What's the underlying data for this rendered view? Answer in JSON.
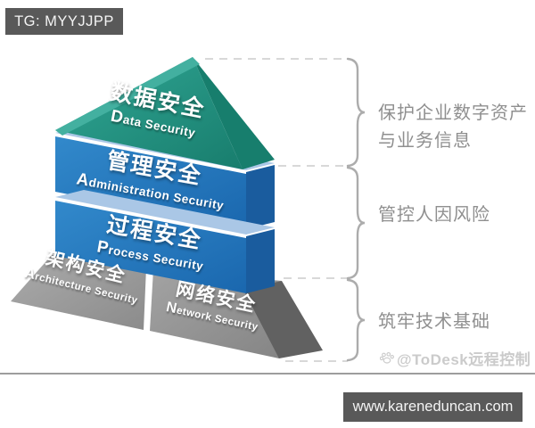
{
  "header_badge": {
    "label": "TG: MYYJJPP"
  },
  "footer_badge": {
    "website": "www.kareneduncan.com"
  },
  "watermark": {
    "text": "@ToDesk远程控制"
  },
  "house": {
    "layers": [
      {
        "key": "data-security",
        "zh": "数据安全",
        "en": "Data Security",
        "shape": "roof",
        "color": "#1F8E7E"
      },
      {
        "key": "administration-security",
        "zh": "管理安全",
        "en": "Administration Security",
        "shape": "block",
        "color": "#2378BE"
      },
      {
        "key": "process-security",
        "zh": "过程安全",
        "en": "Process Security",
        "shape": "block",
        "color": "#2378BE"
      },
      {
        "key": "architecture-security",
        "zh": "架构安全",
        "en": "Architecture Security",
        "shape": "base",
        "color": "#969696"
      },
      {
        "key": "network-security",
        "zh": "网络安全",
        "en": "Network Security",
        "shape": "base",
        "color": "#969696"
      }
    ],
    "slab_color": "#AAC7E6",
    "side_color_blue": "#1A5C9E",
    "roof_side_color": "#177E6D",
    "base_side_color": "#616161"
  },
  "annotations": [
    {
      "lines": [
        "保护企业数字资产",
        "与业务信息"
      ]
    },
    {
      "lines": [
        "管控人因风险"
      ]
    },
    {
      "lines": [
        "筑牢技术基础"
      ]
    }
  ],
  "style": {
    "badge_bg": "#595959",
    "annotation_text": "#8F8F8F",
    "brace_color": "#ACACAC",
    "dashed_line_color": "#CBCBCB",
    "watermark_color": "#CBCBCB"
  }
}
